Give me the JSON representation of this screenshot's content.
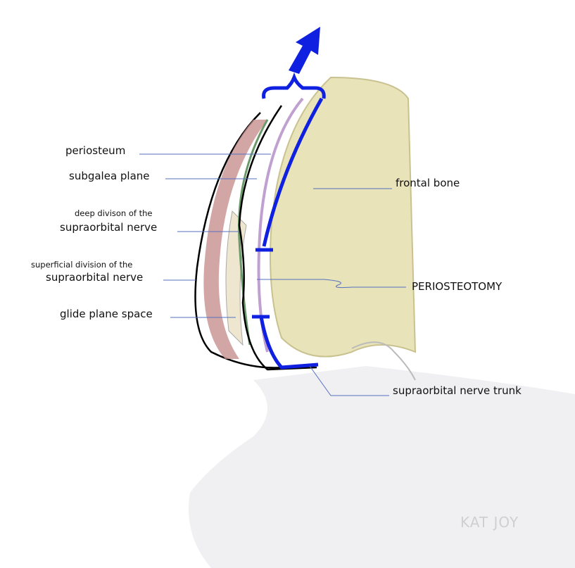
{
  "labels": {
    "periosteum": "periosteum",
    "subgalea_plane": "subgalea plane",
    "deep_division_line1": "deep divison of the",
    "deep_division_line2": "supraorbital nerve",
    "superficial_division_line1": "superficial division of the",
    "superficial_division_line2": "supraorbital nerve",
    "glide_plane_space": "glide plane space",
    "frontal_bone": "frontal bone",
    "periosteotomy": "PERIOSTEOTOMY",
    "supraorbital_nerve_trunk": "supraorbital nerve trunk"
  },
  "watermark": "KAT JOY",
  "colors": {
    "accent": "#1020e0",
    "leader": "#5570c0",
    "bone": "#e8e3b8",
    "muscle": "#b07070"
  }
}
